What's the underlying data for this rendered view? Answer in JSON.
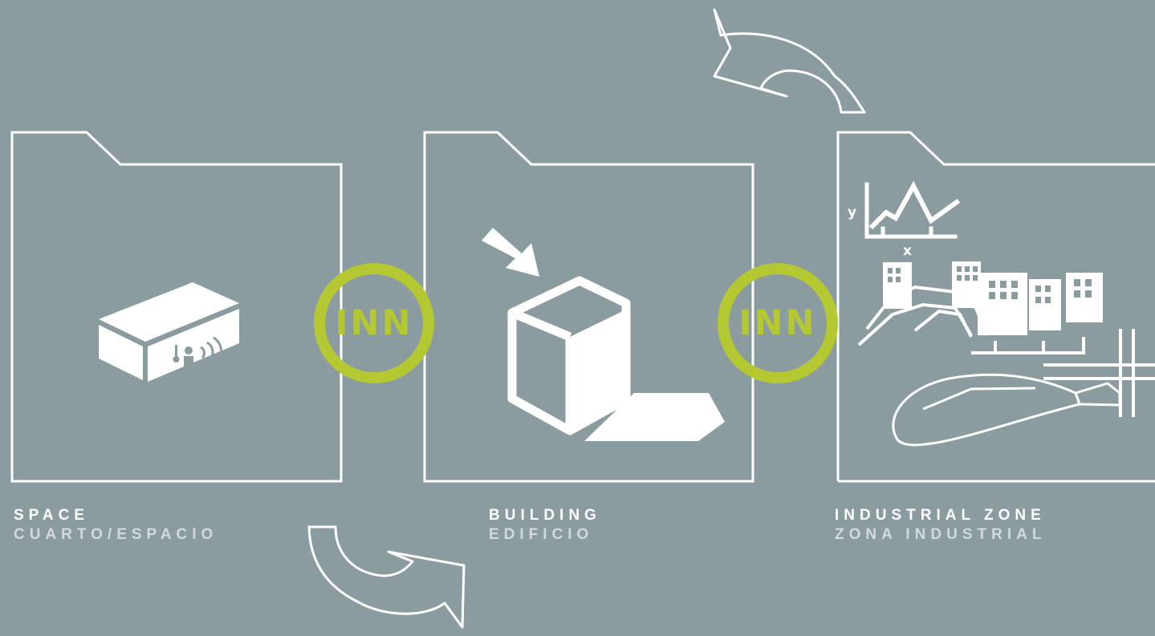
{
  "stages": [
    {
      "title": "SPACE",
      "subtitle": "CUARTO/ESPACIO"
    },
    {
      "title": "BUILDING",
      "subtitle": "EDIFICIO"
    },
    {
      "title": "INDUSTRIAL ZONE",
      "subtitle": "ZONA INDUSTRIAL"
    }
  ],
  "connectors": [
    {
      "label": "INN"
    },
    {
      "label": "INN"
    }
  ],
  "chart_axes": {
    "x": "x",
    "y": "y"
  },
  "colors": {
    "background": "#8a9c9f",
    "line": "#ffffff",
    "accent": "#b5c832"
  },
  "icons": [
    "space-box-icon",
    "building-cube-icon",
    "industrial-zone-icon",
    "loop-arrow-top-icon",
    "loop-arrow-bottom-icon"
  ]
}
